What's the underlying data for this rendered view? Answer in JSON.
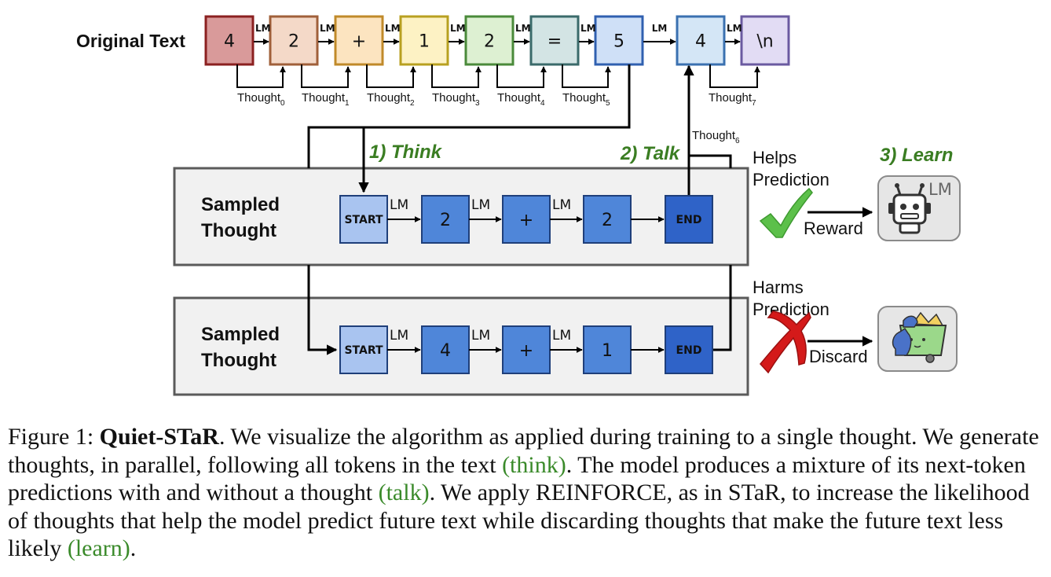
{
  "original_text_label": "Original Text",
  "lm_label": "LM",
  "thought_word": "Thought",
  "tokens": [
    {
      "text": "4",
      "fill": "#d99a9a",
      "stroke": "#8b2020"
    },
    {
      "text": "2",
      "fill": "#f4d9c8",
      "stroke": "#a0603a"
    },
    {
      "text": "+",
      "fill": "#fce4c0",
      "stroke": "#c08a2a"
    },
    {
      "text": "1",
      "fill": "#fdf2c4",
      "stroke": "#b8a020"
    },
    {
      "text": "2",
      "fill": "#ddf0d2",
      "stroke": "#4a8a3a"
    },
    {
      "text": "=",
      "fill": "#d3e4e4",
      "stroke": "#3a6a6a"
    },
    {
      "text": "5",
      "fill": "#cfe0f7",
      "stroke": "#3060b0"
    },
    {
      "text": "4",
      "fill": "#d4e6f6",
      "stroke": "#3a70b0"
    },
    {
      "text": "\\n",
      "fill": "#e2dcf4",
      "stroke": "#6a5aa0"
    }
  ],
  "thought_subs": [
    "0",
    "1",
    "2",
    "3",
    "4",
    "5"
  ],
  "thought_6_sub": "6",
  "thought_7_sub": "7",
  "steps": {
    "think": "1) Think",
    "talk": "2) Talk",
    "learn": "3) Learn"
  },
  "panel_label_line1": "Sampled",
  "panel_label_line2": "Thought",
  "panel1_tokens": [
    "START",
    "2",
    "+",
    "2",
    "END"
  ],
  "panel2_tokens": [
    "START",
    "4",
    "+",
    "1",
    "END"
  ],
  "helps_line1": "Helps",
  "helps_line2": "Prediction",
  "harms_line1": "Harms",
  "harms_line2": "Prediction",
  "reward_label": "Reward",
  "discard_label": "Discard",
  "robot_lm_label": "LM",
  "caption": {
    "prefix": "Figure 1: ",
    "title": "Quiet-STaR",
    "part1": ". We visualize the algorithm as applied during training to a single thought. We generate thoughts, in parallel, following all tokens in the text ",
    "think": "(think)",
    "part2": ". The model produces a mixture of its next-token predictions with and without a thought ",
    "talk": "(talk)",
    "part3": ". We apply REINFORCE, as in STaR, to increase the likelihood of thoughts that help the model predict future text while discarding thoughts that make the future text less likely ",
    "learn": "(learn)",
    "part4": "."
  }
}
